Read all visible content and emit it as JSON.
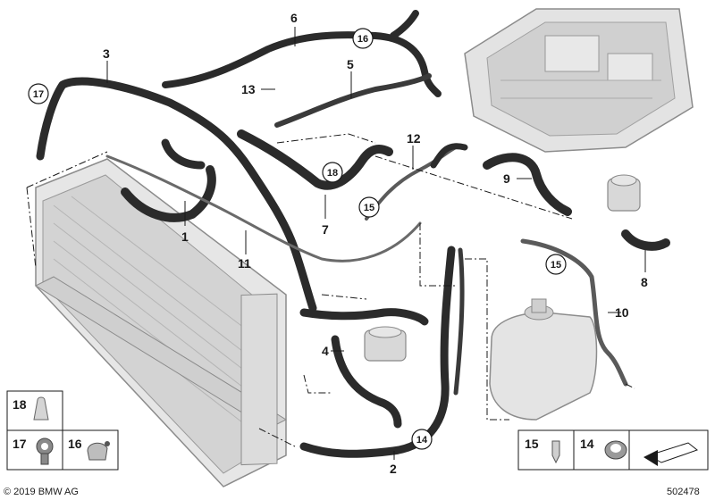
{
  "diagram": {
    "callouts": {
      "c1": "1",
      "c2": "2",
      "c3": "3",
      "c4": "4",
      "c5": "5",
      "c6": "6",
      "c7": "7",
      "c8": "8",
      "c9": "9",
      "c10": "10",
      "c11": "11",
      "c12": "12",
      "c13": "13"
    },
    "circled": {
      "c14": "14",
      "c15a": "15",
      "c15b": "15",
      "c16": "16",
      "c17": "17",
      "c18": "18"
    },
    "legend": {
      "l18": "18",
      "l17": "17",
      "l16": "16",
      "l15": "15",
      "l14": "14"
    },
    "copyright": "© 2019 BMW AG",
    "diagram_number": "502478"
  },
  "colors": {
    "hose": "#2b2b2b",
    "hose_light": "#5a5a5a",
    "component": "#d9d9d9",
    "component_edge": "#8c8c8c",
    "line": "#1a1a1a"
  }
}
